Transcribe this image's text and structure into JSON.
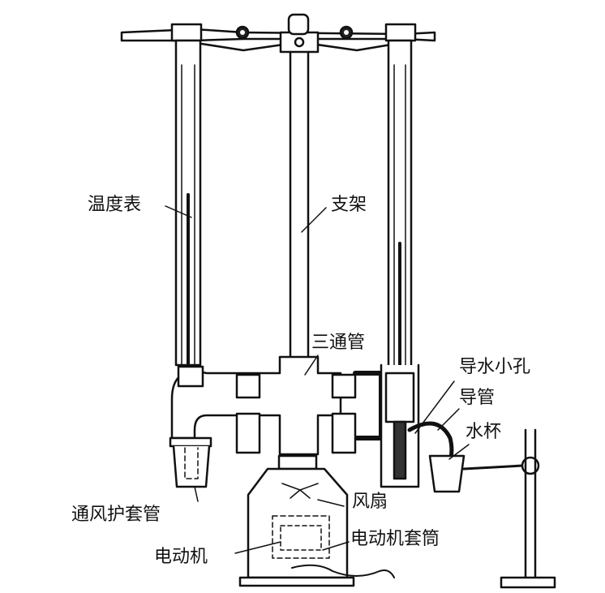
{
  "labels": {
    "thermometer": "温度表",
    "stand": "支架",
    "three_way_pipe": "三通管",
    "water_hole": "导水小孔",
    "guide_tube": "导管",
    "water_cup": "水杯",
    "vent_sleeve": "通风护套管",
    "fan": "风扇",
    "motor": "电动机",
    "motor_sleeve": "电动机套筒"
  }
}
